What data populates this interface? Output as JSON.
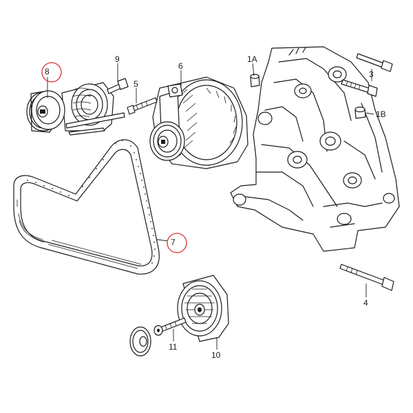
{
  "colors": {
    "line": "#1a1a1a",
    "highlight": "#e03030",
    "watermark": "#7ec7e6",
    "background": "#ffffff"
  },
  "callouts": {
    "p1a": "1A",
    "p1b": "1B",
    "p3": "3",
    "p4": "4",
    "p5": "5",
    "p6": "6",
    "p7": "7",
    "p8": "8",
    "p9": "9",
    "p10": "10",
    "p11": "11"
  },
  "highlighted_callouts": [
    "8",
    "7"
  ]
}
